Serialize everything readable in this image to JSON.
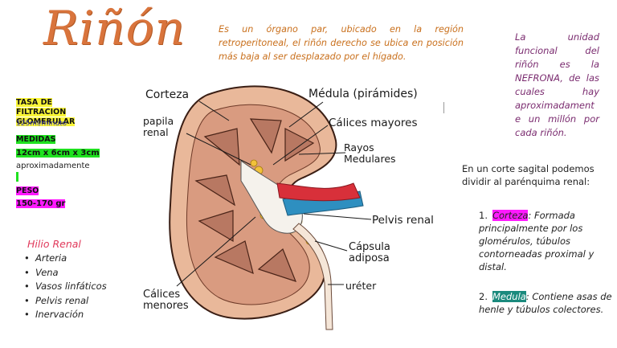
{
  "title": "Riñón",
  "intro": "Es un órgano par, ubicado en la región retroperitoneal, el riñón derecho se ubica en posición más baja al ser desplazado por el hígado.",
  "nephron_text": "La unidad funcional del riñón es la NEFRONA, de las cuales hay aproximadament e un millón por cada riñón.",
  "stats": {
    "tasa_label": "TASA DE FILTRACION GLOMERULAR",
    "tasa_value": "125ml/minuto",
    "medidas_label": "MEDIDAS",
    "medidas_value": "12cm x 6cm x 3cm",
    "medidas_note": "aproximadamente",
    "peso_label": "PESO",
    "peso_value": "150-170 gr"
  },
  "hilio": {
    "title": "Hilio Renal",
    "items": [
      "Arteria",
      "Vena",
      "Vasos linfáticos",
      "Pelvis renal",
      "Inervación"
    ]
  },
  "corte": {
    "intro": "En un corte sagital podemos dividir al parénquima renal:",
    "points": [
      {
        "num": "1.",
        "tag": "Corteza",
        "text": ": Formada principalmente por los glomérulos, túbulos contorneadas proximal y distal."
      },
      {
        "num": "2.",
        "tag": "Medula",
        "text": ": Contiene asas de henle y túbulos colectores."
      }
    ]
  },
  "diagram": {
    "corteza": "Corteza",
    "medula": "Médula (pirámides)",
    "papila": "papila renal",
    "calices_mayores": "Cálices mayores",
    "rayos": "Rayos Medulares",
    "pelvis": "Pelvis renal",
    "capsula": "Cápsula adiposa",
    "ureter": "uréter",
    "calices_menores": "Cálices menores"
  },
  "colors": {
    "title": "#d9743c",
    "intro": "#c9701d",
    "nephron": "#7a2b6f",
    "cortex": "#e9b89a",
    "medulla": "#b87862",
    "artery": "#d8303a",
    "vein": "#2e8fc0",
    "fat": "#f2c23a"
  }
}
